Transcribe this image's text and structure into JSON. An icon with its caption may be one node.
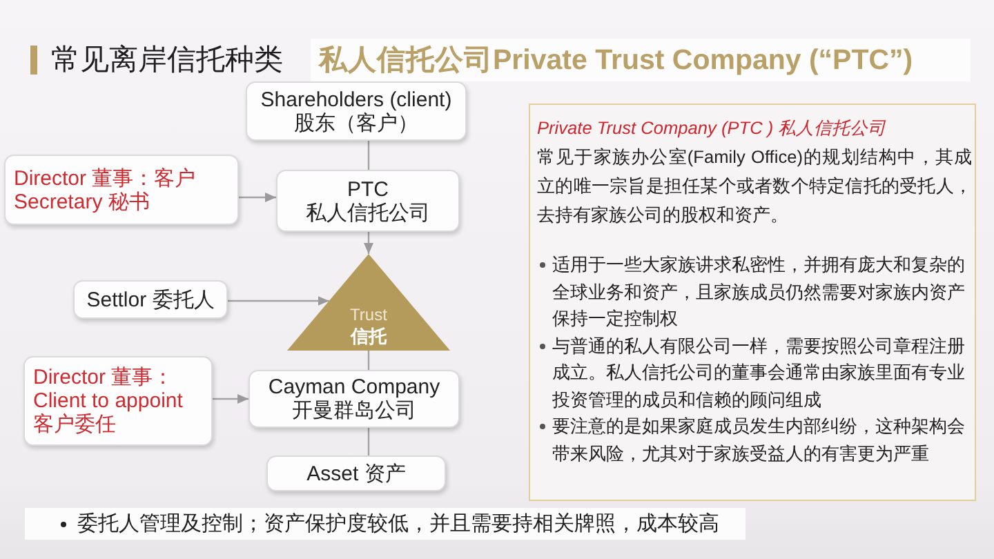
{
  "diagram": {
    "title": "常见离岸信托种类",
    "nodes": [
      {
        "text": [
          "Shareholders (client) 股东（客户）"
        ]
      },
      {
        "text": [
          "Director 董事：客户",
          "Secretary 秘书"
        ]
      },
      {
        "text": [
          "PTC 私人信托公司"
        ]
      },
      {
        "text": [
          "Settlor 委托人"
        ]
      },
      {
        "text": [
          "Trust",
          "信托"
        ]
      },
      {
        "text": [
          "Director 董事： Client to appoint 客户委任"
        ]
      },
      {
        "text": [
          "Cayman Company 开曼群岛公司"
        ]
      },
      {
        "text": [
          "Asset 资产"
        ]
      },
      {
        "text": [
          "Private Trust Company (PTC ) 私人信托公司",
          "常见于家族办公室(Family Office)的规划结构中，其成立的唯一宗旨是担任某个或者数个特定信托的受托人，去持有家族公司的股权和资产。",
          "适用于一些大家族讲求私密性，并拥有庞大和复杂的全球业务和资产，且家族成员仍然需要对家族内资产保持一定控制权",
          "与普通的私人有限公司一样，需要按照公司章程注册成立。私人信托公司的董事会通常由家族里面有专业投资管理的成员和信赖的顾问组成",
          "要注意的是如果家庭成员发生内部纠纷，这种架构会带来风险，尤其对于家族受益人的有害更为严重"
        ]
      }
    ],
    "edges": [
      {
        "from": 0,
        "to": 2,
        "arrow": "none"
      },
      {
        "from": 1,
        "to": 2,
        "arrow": "to"
      },
      {
        "from": 2,
        "to": 4,
        "arrow": "to"
      },
      {
        "from": 3,
        "to": 4,
        "arrow": "to"
      },
      {
        "from": 4,
        "to": 6,
        "arrow": "none"
      },
      {
        "from": 5,
        "to": 6,
        "arrow": "to"
      },
      {
        "from": 6,
        "to": 7,
        "arrow": "none"
      }
    ],
    "labels": [
      "私人信托公司Private Trust Company (“PTC”)",
      "委托人管理及控制；资产保护度较低，并且需要持相关牌照，成本较高"
    ]
  }
}
